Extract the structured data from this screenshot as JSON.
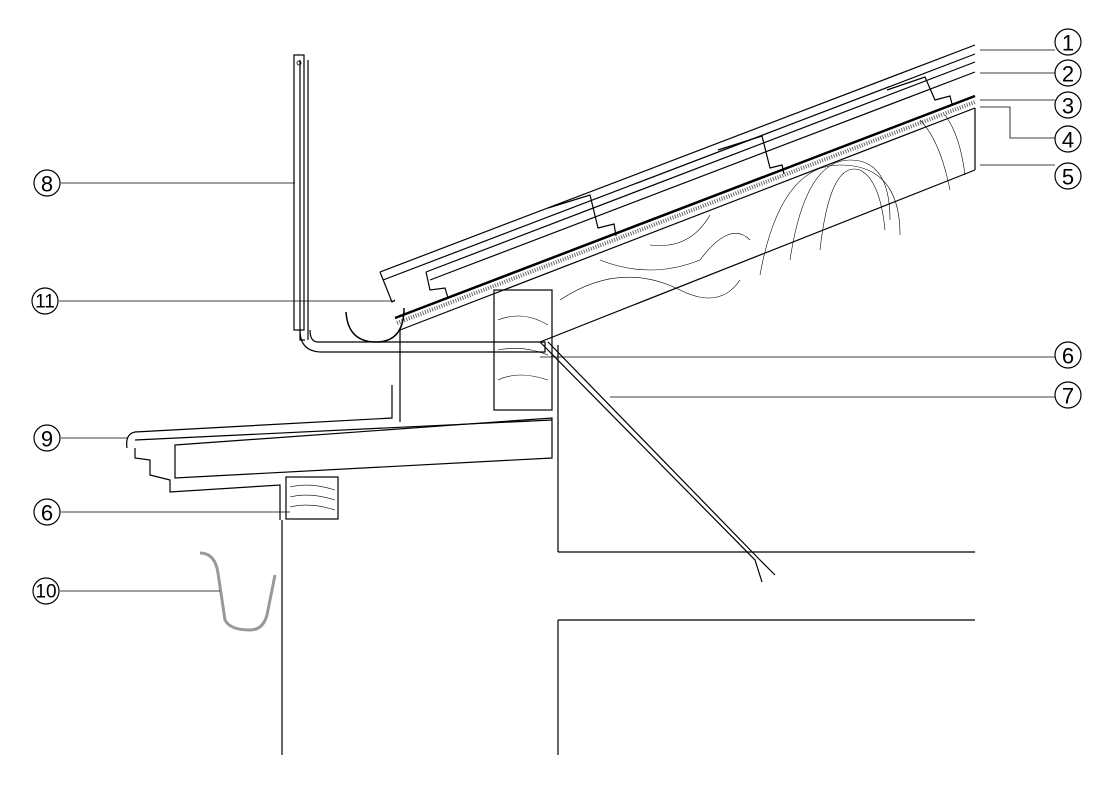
{
  "title": "Eaves detail section",
  "callouts": {
    "c1": "1",
    "c2": "2",
    "c3": "3",
    "c4": "4",
    "c5": "5",
    "c6a": "6",
    "c7": "7",
    "c8": "8",
    "c9": "9",
    "c6b": "6",
    "c10": "10",
    "c11": "11"
  }
}
